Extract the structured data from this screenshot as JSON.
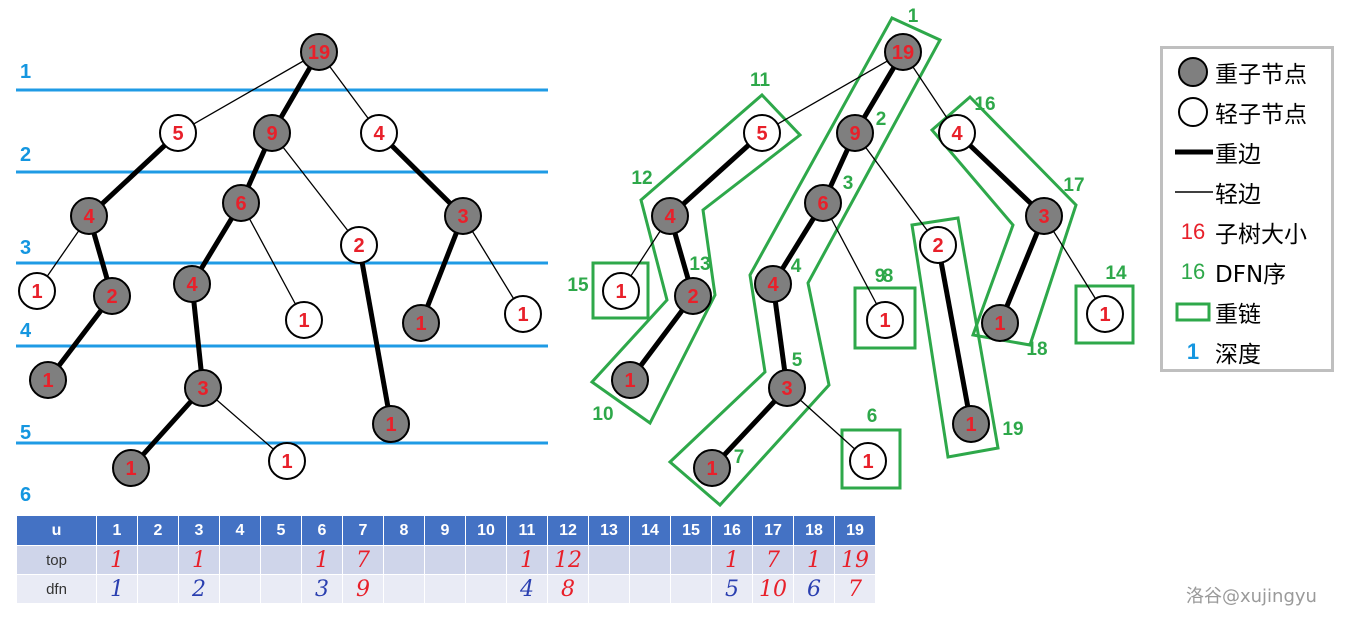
{
  "depth_labels": [
    "1",
    "2",
    "3",
    "4",
    "5",
    "6"
  ],
  "left_tree_values": [
    "19",
    "5",
    "9",
    "4",
    "4",
    "6",
    "2",
    "3",
    "1",
    "2",
    "4",
    "1",
    "1",
    "1",
    "1",
    "3",
    "1",
    "1",
    "1"
  ],
  "right_tree_values": [
    "19",
    "5",
    "9",
    "4",
    "4",
    "6",
    "2",
    "3",
    "1",
    "2",
    "4",
    "1",
    "1",
    "1",
    "1",
    "3",
    "1",
    "1",
    "1"
  ],
  "dfn_labels": [
    "1",
    "11",
    "2",
    "16",
    "12",
    "3",
    "9",
    "17",
    "15",
    "13",
    "4",
    "8",
    "19",
    "18",
    "14",
    "5",
    "10",
    "7",
    "6"
  ],
  "legend": {
    "heavy_node": "重子节点",
    "light_node": "轻子节点",
    "heavy_edge": "重边",
    "light_edge": "轻边",
    "subtree_num": "16",
    "subtree_text": "子树大小",
    "dfn_num": "16",
    "dfn_text": "DFN序",
    "heavy_chain": "重链",
    "depth_num": "1",
    "depth_text": "深度"
  },
  "colors": {
    "heavy_fill": "#7f7f7f",
    "light_fill": "#ffffff",
    "node_text": "#e8202a",
    "dfn_green": "#2ea84a",
    "depth_blue": "#1496e0",
    "table_header": "#4472c4"
  },
  "table": {
    "header": [
      "u",
      "1",
      "2",
      "3",
      "4",
      "5",
      "6",
      "7",
      "8",
      "9",
      "10",
      "11",
      "12",
      "13",
      "14",
      "15",
      "16",
      "17",
      "18",
      "19"
    ],
    "rows": [
      {
        "label": "top",
        "values": [
          "1",
          "",
          "1",
          "",
          "",
          "1",
          "7",
          "",
          "",
          "",
          "1",
          "12",
          "",
          "",
          "",
          "1",
          "7",
          "1",
          "19"
        ]
      },
      {
        "label": "dfn",
        "values": [
          "1",
          "",
          "2",
          "",
          "",
          "3",
          "9",
          "",
          "",
          "",
          "4",
          "8",
          "",
          "",
          "",
          "5",
          "10",
          "6",
          "7"
        ]
      }
    ]
  },
  "watermark": "洛谷@xujingyu"
}
